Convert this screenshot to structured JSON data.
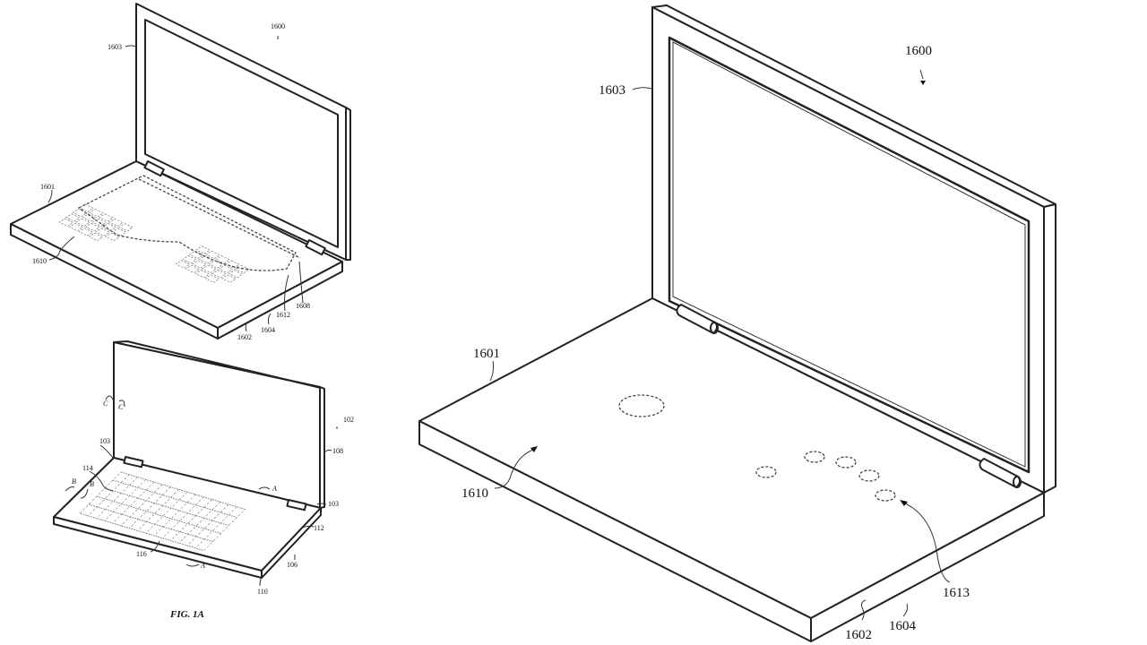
{
  "figure_top_left": {
    "labels": {
      "device": "1600",
      "lid": "1603",
      "base": "1601",
      "surface": "1610",
      "edge": "1602",
      "side": "1604",
      "keyboard_region": "1612",
      "keyboard_border": "1608"
    }
  },
  "figure_bottom_left": {
    "labels": {
      "device": "102",
      "display_housing": "108",
      "hinge_left": "103",
      "hinge_right": "103",
      "keyboard": "114",
      "section_b1": "B",
      "section_b2": "B",
      "section_c1": "C",
      "section_c2": "C",
      "front_edge": "116",
      "section_a1": "A",
      "section_a2": "A",
      "side_wall": "112",
      "base": "106",
      "bottom_edge": "110"
    },
    "caption": "FIG. 1A"
  },
  "figure_main": {
    "labels": {
      "device": "1600",
      "lid": "1603",
      "base": "1601",
      "surface": "1610",
      "input_regions": "1613",
      "edge": "1602",
      "side": "1604"
    }
  }
}
